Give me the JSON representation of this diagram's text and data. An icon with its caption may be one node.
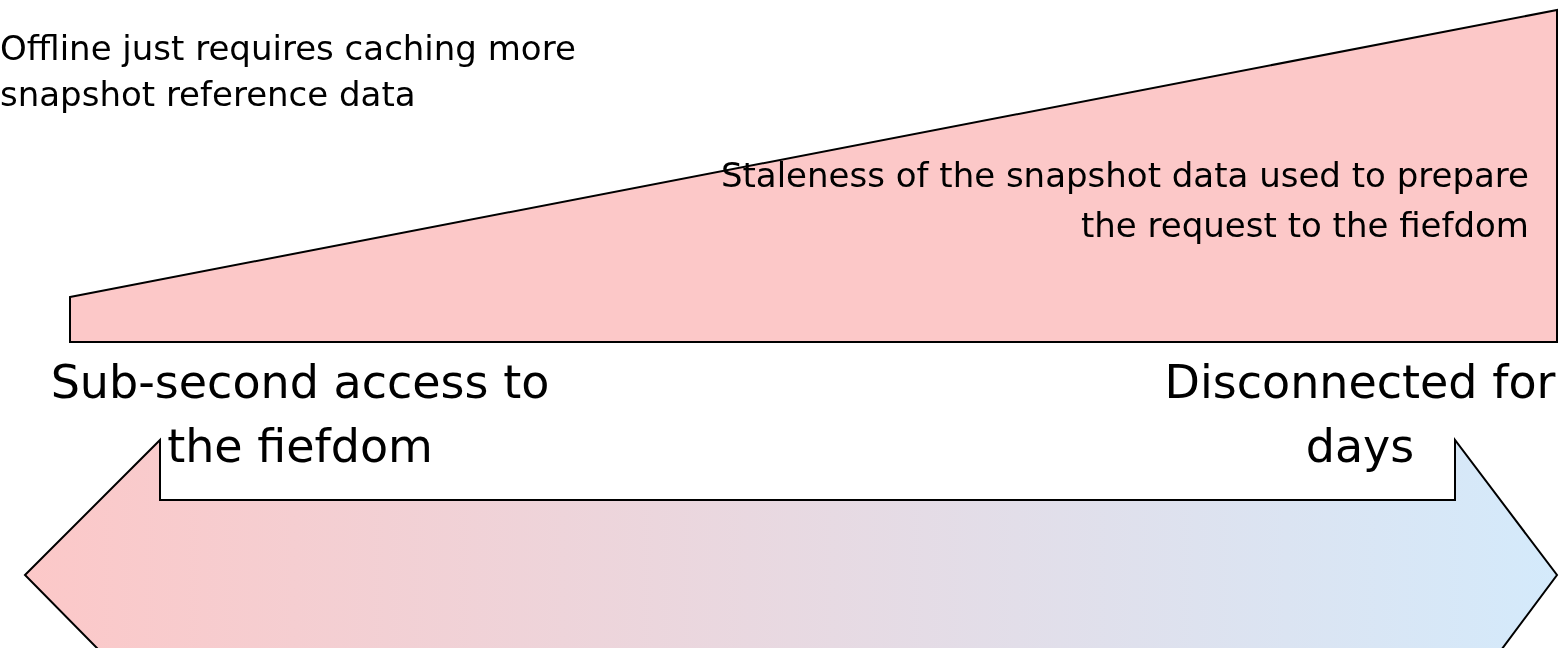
{
  "diagram": {
    "nodes": [
      {
        "text": [
          "Staleness of the snapshot data used to prepare the request to the fiefdom"
        ]
      }
    ],
    "labels": [
      "Offline just requires caching more snapshot reference data",
      "Sub-second access to the fiefdom",
      "Disconnected for days"
    ]
  }
}
